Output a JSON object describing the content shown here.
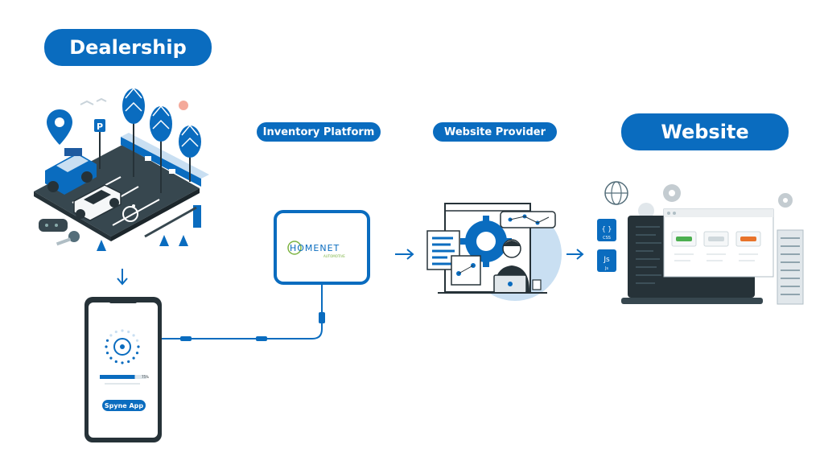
{
  "labels": {
    "dealership": "Dealership",
    "inventory_platform": "Inventory Platform",
    "website_provider": "Website Provider",
    "website": "Website"
  },
  "homenet": {
    "logo_main": "HOMENET",
    "logo_sub": "AUTOMOTIVE"
  },
  "phone": {
    "button_label": "Spyne App",
    "progress_percent": "75%",
    "progress_fraction": 0.75
  },
  "code_icons": {
    "css_symbol": "{ }",
    "css_label": "CSS",
    "js_symbol": "Js",
    "js_label": "Js"
  },
  "colors": {
    "brand_blue": "#0a6cbf",
    "light_blue": "#c9dff2",
    "dark": "#263238"
  },
  "icons": [
    "arrow-down-icon",
    "arrow-right-icon",
    "globe-icon",
    "gear-icon",
    "wheelchair-icon",
    "parking-icon",
    "location-pin-icon"
  ]
}
